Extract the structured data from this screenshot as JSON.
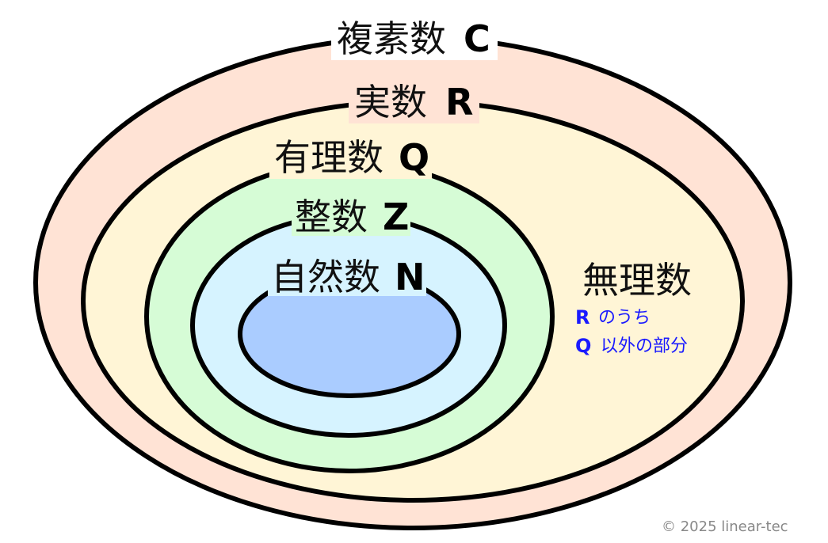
{
  "sets": [
    {
      "name": "複素数",
      "symbol": "C",
      "color": "#ffe3d5"
    },
    {
      "name": "実数",
      "symbol": "R",
      "color": "#fff5d6"
    },
    {
      "name": "有理数",
      "symbol": "Q",
      "color": "#d6fcd6"
    },
    {
      "name": "整数",
      "symbol": "Z",
      "color": "#d6f3ff"
    },
    {
      "name": "自然数",
      "symbol": "N",
      "color": "#aaccff"
    }
  ],
  "irrational": {
    "name": "無理数",
    "line1_symbol": "R",
    "line1_text": "のうち",
    "line2_symbol": "Q",
    "line2_text": "以外の部分"
  },
  "copyright": "© 2025 linear-tec"
}
